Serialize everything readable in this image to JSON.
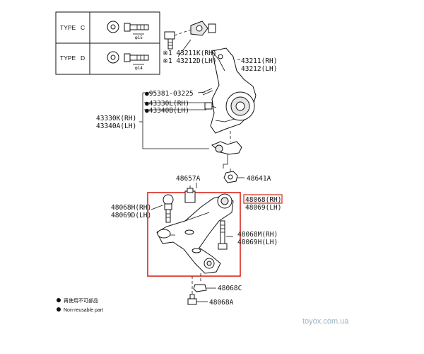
{
  "type_table": {
    "rows": [
      {
        "type_word": "TYPE",
        "type_code": "C",
        "dia_label": "φ15"
      },
      {
        "type_word": "TYPE",
        "type_code": "D",
        "dia_label": "φ14"
      }
    ]
  },
  "parts": {
    "p43211K": "※1 43211K(RH)",
    "p43212D": "※1 43212D(LH)",
    "p43211": "43211(RH)",
    "p43212": "43212(LH)",
    "p95381": "●95381-03225",
    "p43330L": "●43330L(RH)",
    "p43340B": "●43340B(LH)",
    "p43330K": "43330K(RH)",
    "p43340A": "43340A(LH)",
    "p48657A": "48657A",
    "p48641A": "48641A",
    "p48068RH": "48068(RH)",
    "p48069LH": "48069(LH)",
    "p48068H": "48068H(RH)",
    "p48069D": "48069D(LH)",
    "p48068M": "48068M(RH)",
    "p48069H": "48069H(LH)",
    "p48068C": "48068C",
    "p48068A": "48068A"
  },
  "legend": {
    "line1": "再使用不可部品",
    "line2": "Non-reusable part"
  },
  "watermark": "toyox.com.ua",
  "colors": {
    "highlight_frame": "#d9261c",
    "highlight_label_box": "#d9261c",
    "ink": "#111111",
    "watermark": "#9fb3c0"
  },
  "icons": [
    "bullet-dot-icon"
  ]
}
